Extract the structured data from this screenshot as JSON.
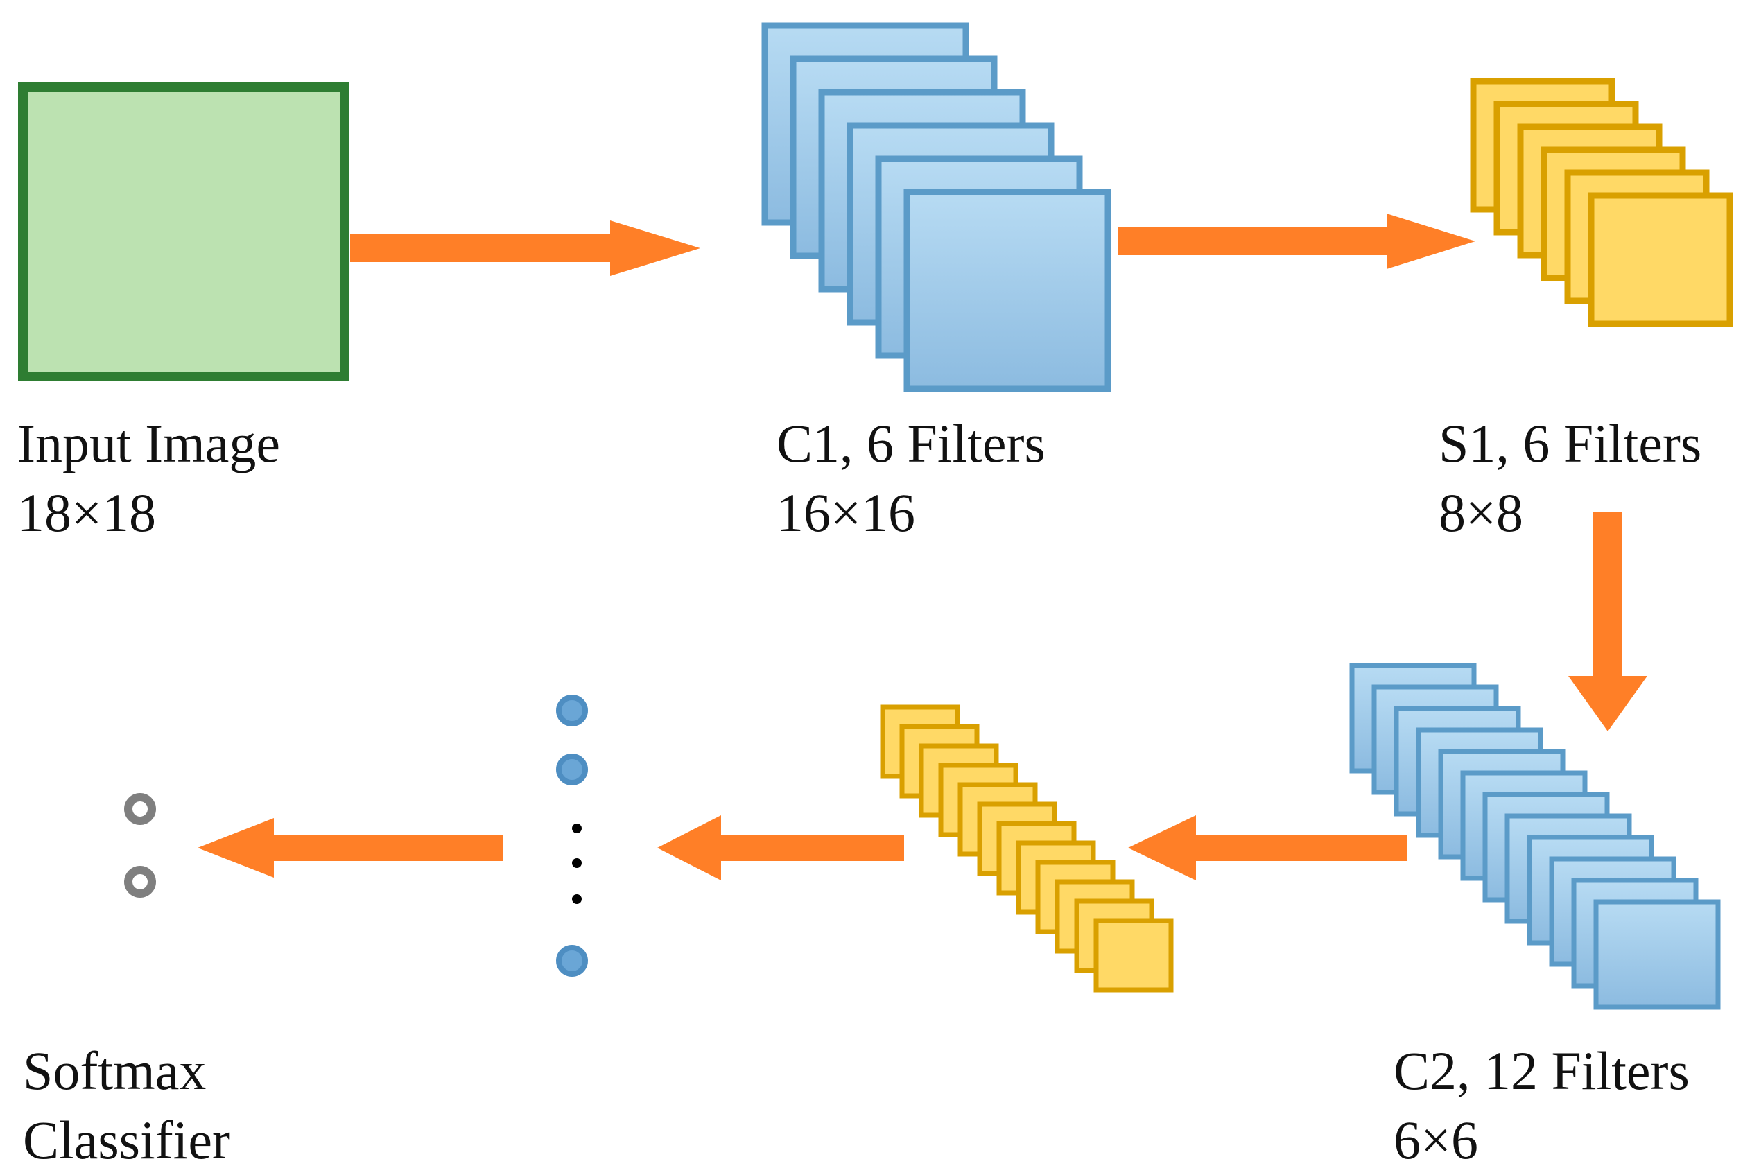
{
  "colors": {
    "arrow": "#FF7F27",
    "input_fill": "#BCE2B1",
    "input_border": "#2E7D32",
    "conv_fill_top": "#B7DBF3",
    "conv_fill_bottom": "#8CBBE0",
    "conv_border": "#5B9BC8",
    "pool_fill": "#FFD966",
    "pool_border": "#D9A000",
    "dot_blue": "#6AA6D6",
    "dot_gray": "#7F7F7F",
    "dot_black": "#000000"
  },
  "labels": {
    "input": {
      "line1": "Input Image",
      "line2": "18×18"
    },
    "c1": {
      "line1": "C1, 6 Filters",
      "line2": "16×16"
    },
    "s1": {
      "line1": "S1, 6 Filters",
      "line2": "8×8"
    },
    "c2": {
      "line1": "C2, 12 Filters",
      "line2": "6×6"
    },
    "softmax": {
      "line1": "Softmax",
      "line2": "Classifier"
    }
  },
  "layers": {
    "c1": {
      "filters": 6
    },
    "s1": {
      "filters": 6
    },
    "c2": {
      "filters": 12
    },
    "s2": {
      "filters": 12
    }
  },
  "icons": {
    "arrow": "arrow-icon",
    "neuron": "neuron-dot-icon",
    "output": "output-node-icon"
  }
}
